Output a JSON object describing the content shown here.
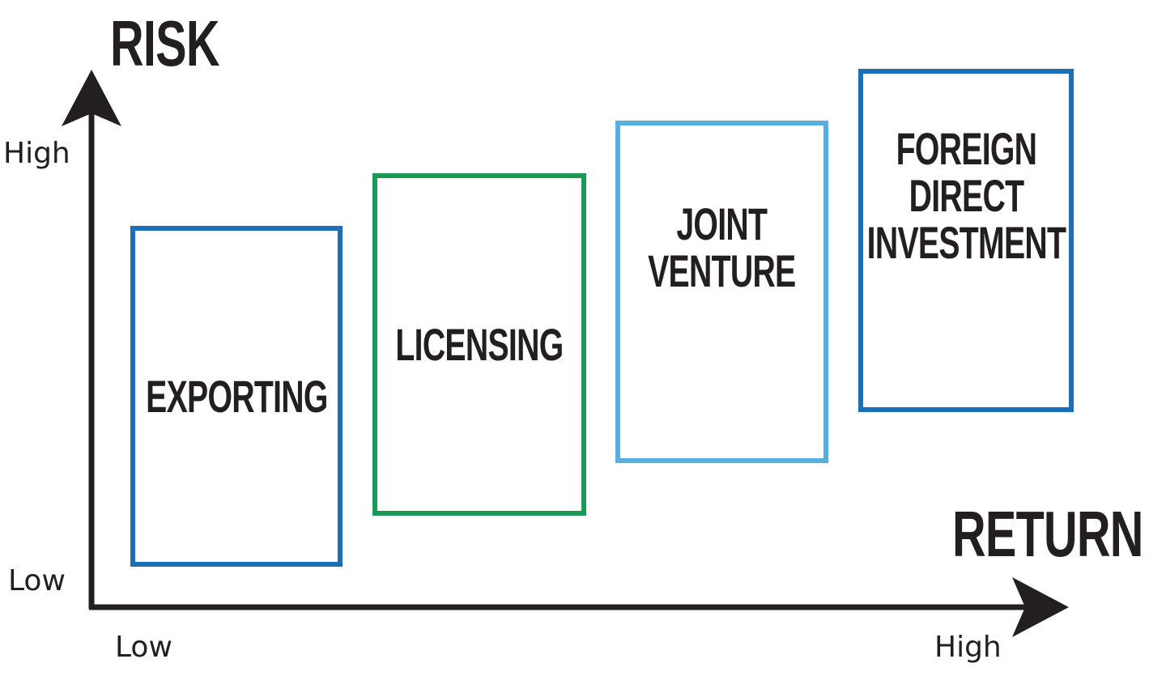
{
  "y_axis": {
    "title": "RISK",
    "high_label": "High",
    "low_label": "Low"
  },
  "x_axis": {
    "title": "RETURN",
    "low_label": "Low",
    "high_label": "High"
  },
  "modes": [
    {
      "label": "EXPORTING",
      "color": "#1b6fb8"
    },
    {
      "label": "LICENSING",
      "color": "#1a9a55"
    },
    {
      "label": "JOINT\nVENTURE",
      "color": "#55b0e2"
    },
    {
      "label": "FOREIGN\nDIRECT\nINVESTMENT",
      "color": "#1b6fb8"
    }
  ],
  "colors": {
    "axis": "#231f20",
    "text": "#231f20",
    "background": "#ffffff"
  }
}
